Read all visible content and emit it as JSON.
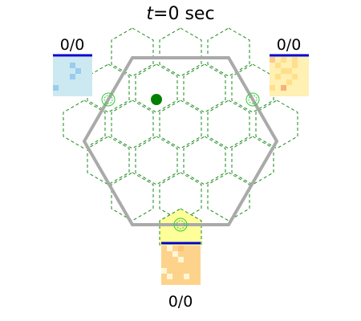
{
  "title": {
    "var": "t",
    "rest": "=0 sec"
  },
  "board": {
    "grid_color": "#1a8a1a",
    "outline_color": "#aaaaaa",
    "highlight_color": "#ffff99",
    "agent_color": "#008000",
    "bar_color": "#0000cc"
  },
  "players": [
    {
      "id": "top-left",
      "score": "0/0",
      "base_color": "#cce9f2",
      "cells": [
        [
          0,
          0,
          0,
          0,
          0,
          0,
          0
        ],
        [
          0,
          0,
          0,
          1,
          0,
          0,
          0
        ],
        [
          0,
          0,
          0,
          0,
          1,
          0,
          0
        ],
        [
          0,
          0,
          0,
          1,
          0,
          0,
          0
        ],
        [
          0,
          0,
          0,
          0,
          0,
          0,
          0
        ],
        [
          1,
          0,
          0,
          0,
          0,
          0,
          0
        ],
        [
          0,
          0,
          0,
          0,
          0,
          0,
          0
        ]
      ],
      "accent_colors": [
        "#ffffff",
        "#99ccee",
        "#fffbd8"
      ]
    },
    {
      "id": "top-right",
      "score": "0/0",
      "base_color": "#fff0b3",
      "cells": [
        [
          2,
          0,
          1,
          0,
          1,
          0,
          0
        ],
        [
          0,
          1,
          0,
          0,
          1,
          0,
          0
        ],
        [
          0,
          0,
          1,
          1,
          0,
          0,
          0
        ],
        [
          0,
          1,
          0,
          0,
          1,
          0,
          0
        ],
        [
          0,
          0,
          0,
          1,
          0,
          0,
          0
        ],
        [
          1,
          0,
          3,
          0,
          0,
          0,
          0
        ],
        [
          0,
          0,
          0,
          0,
          0,
          0,
          0
        ]
      ],
      "accent_colors": [
        "#fff0b3",
        "#ffe08a",
        "#fdc98a",
        "#f7b27a"
      ]
    },
    {
      "id": "bottom",
      "score": "0/0",
      "base_color": "#fdd28a",
      "cells": [
        [
          0,
          1,
          0,
          2,
          0,
          0,
          0
        ],
        [
          0,
          0,
          1,
          0,
          0,
          0,
          0
        ],
        [
          0,
          0,
          0,
          1,
          0,
          0,
          0
        ],
        [
          0,
          0,
          0,
          0,
          0,
          0,
          0
        ],
        [
          1,
          0,
          0,
          0,
          0,
          0,
          0
        ],
        [
          0,
          1,
          0,
          0,
          1,
          0,
          0
        ],
        [
          0,
          0,
          0,
          0,
          0,
          0,
          0
        ]
      ],
      "accent_colors": [
        "#fdd28a",
        "#fff6d6",
        "#ffc078"
      ]
    }
  ]
}
